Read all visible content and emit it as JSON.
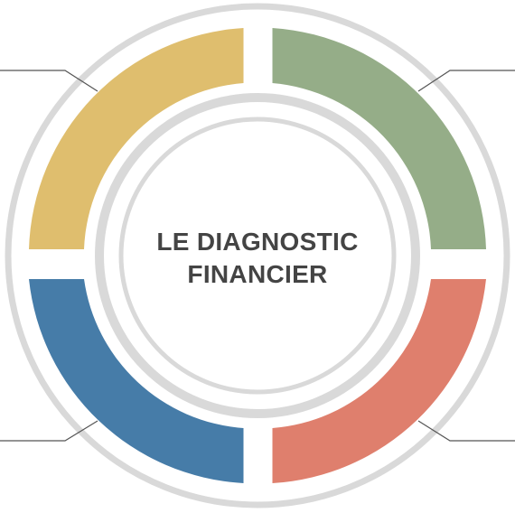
{
  "diagram": {
    "title_line1": "LE DIAGNOSTIC",
    "title_line2": "FINANCIER",
    "segments": [
      {
        "id": "top-left",
        "color": "#dfbe6e"
      },
      {
        "id": "top-right",
        "color": "#95ad88"
      },
      {
        "id": "bottom-right",
        "color": "#df7f6d"
      },
      {
        "id": "bottom-left",
        "color": "#467ca8"
      }
    ],
    "colors": {
      "outer_ring": "#d9d9d9",
      "inner_ring": "#d9d9d9",
      "leader_line": "#555555",
      "title_text": "#444444"
    }
  }
}
